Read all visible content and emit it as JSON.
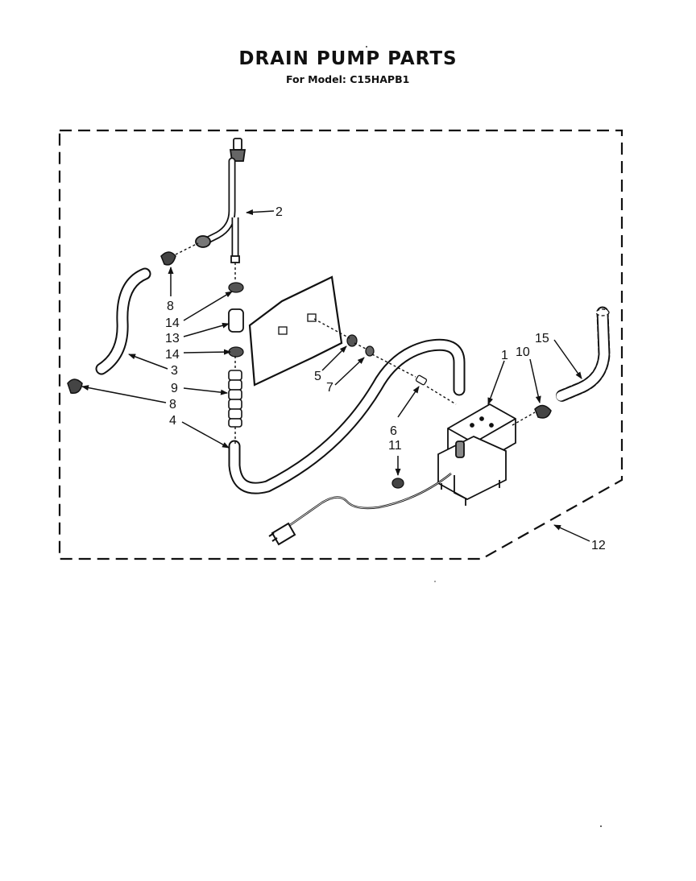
{
  "title": "DRAIN PUMP PARTS",
  "subtitle": "For Model: C15HAPB1",
  "callouts": {
    "c1": "1",
    "c2": "2",
    "c3": "3",
    "c4": "4",
    "c5": "5",
    "c6": "6",
    "c7": "7",
    "c8a": "8",
    "c8b": "8",
    "c9": "9",
    "c10": "10",
    "c11": "11",
    "c12": "12",
    "c13": "13",
    "c14a": "14",
    "c14b": "14",
    "c15": "15"
  }
}
